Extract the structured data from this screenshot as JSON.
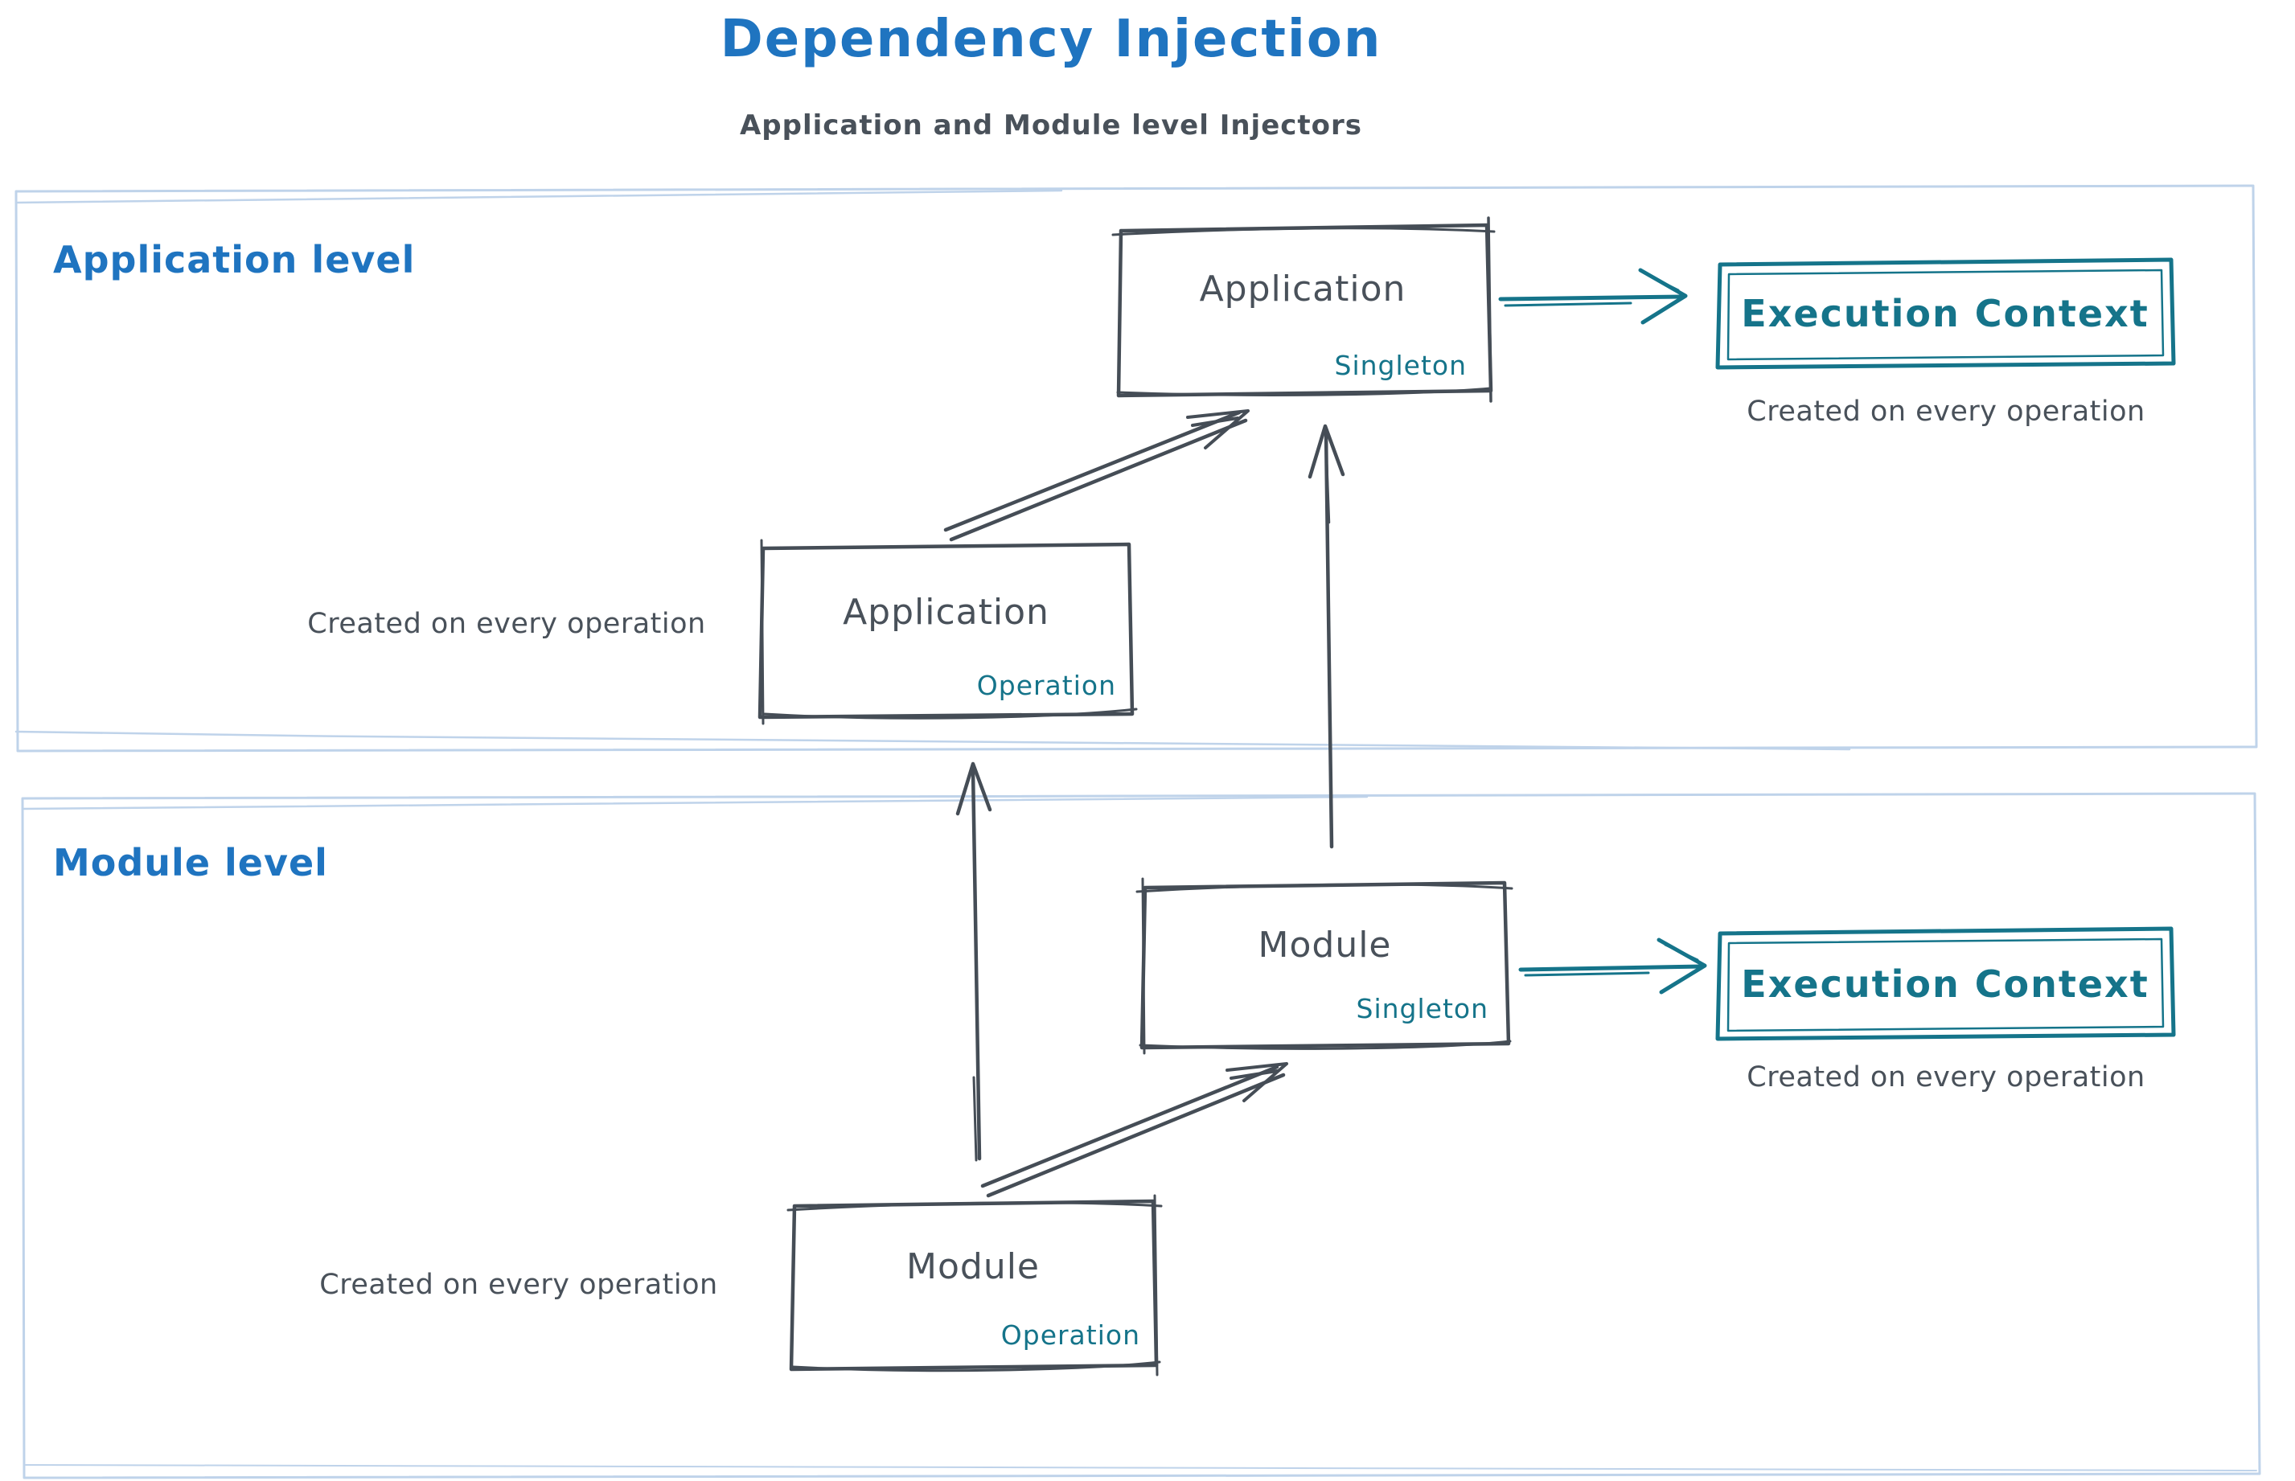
{
  "title": "Dependency Injection",
  "subtitle": "Application and Module level Injectors",
  "colors": {
    "title_blue": "#1f74c0",
    "ink_dark": "#49515a",
    "teal_accent": "#15748a",
    "container_border_blue": "#bfd3ea"
  },
  "application_level": {
    "label": "Application level",
    "singleton_box": {
      "title": "Application",
      "scope": "Singleton"
    },
    "operation_box": {
      "title": "Application",
      "scope": "Operation"
    },
    "operation_caption": "Created on every operation",
    "execution_context": {
      "title": "Execution Context",
      "caption": "Created on every operation"
    }
  },
  "module_level": {
    "label": "Module level",
    "singleton_box": {
      "title": "Module",
      "scope": "Singleton"
    },
    "operation_box": {
      "title": "Module",
      "scope": "Operation"
    },
    "operation_caption": "Created on every operation",
    "execution_context": {
      "title": "Execution Context",
      "caption": "Created on every operation"
    }
  }
}
